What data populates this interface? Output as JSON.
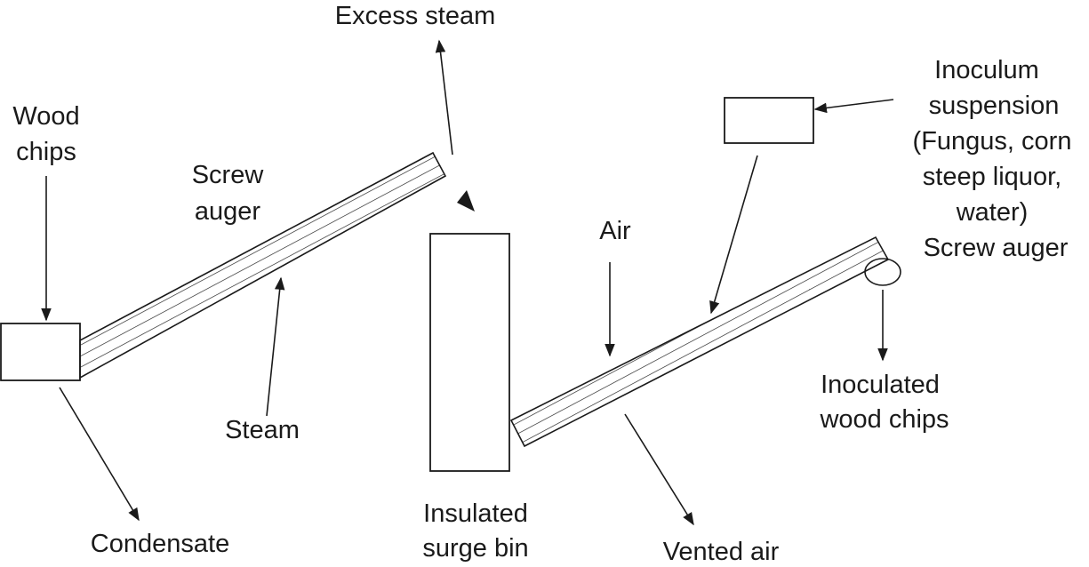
{
  "labels": {
    "excess_steam": "Excess steam",
    "wood_chips": [
      "Wood",
      "chips"
    ],
    "screw_auger_1": [
      "Screw",
      "auger"
    ],
    "air": "Air",
    "inoculum": [
      "Inoculum",
      "suspension",
      "(Fungus, corn",
      "steep liquor,",
      "water)"
    ],
    "screw_auger_2": "Screw auger",
    "steam": "Steam",
    "inoculated": [
      "Inoculated",
      "wood chips"
    ],
    "condensate": "Condensate",
    "surge_bin": [
      "Insulated",
      "surge bin"
    ],
    "vented_air": "Vented air"
  },
  "colors": {
    "stroke": "#1a1a1a",
    "background": "#ffffff"
  }
}
